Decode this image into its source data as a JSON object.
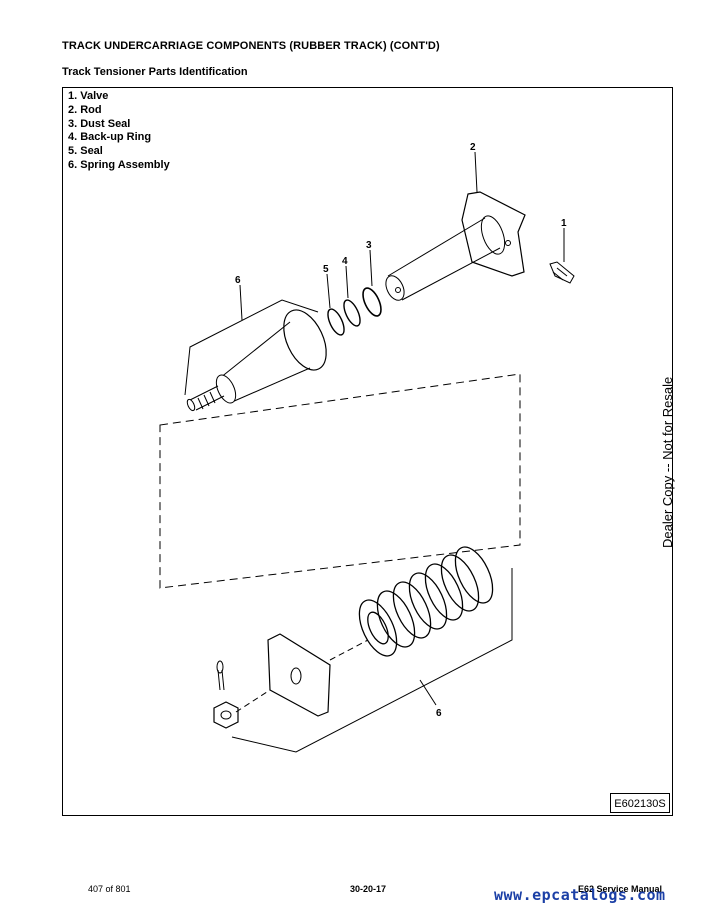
{
  "header": {
    "title": "TRACK UNDERCARRIAGE COMPONENTS (RUBBER TRACK) (CONT'D)",
    "subtitle": "Track Tensioner Parts Identification"
  },
  "legend": [
    "1. Valve",
    "2. Rod",
    "3. Dust Seal",
    "4. Back-up Ring",
    "5. Seal",
    "6. Spring Assembly"
  ],
  "callouts": {
    "c1": "1",
    "c2": "2",
    "c3": "3",
    "c4": "4",
    "c5": "5",
    "c6_top": "6",
    "c6_bottom": "6"
  },
  "figure_code": "E602130S",
  "side_note": "Dealer Copy -- Not for Resale",
  "footer": {
    "page": "407 of 801",
    "section": "30-20-17",
    "manual": "E62 Service Manual"
  },
  "watermark": "www.epcatalogs.com"
}
